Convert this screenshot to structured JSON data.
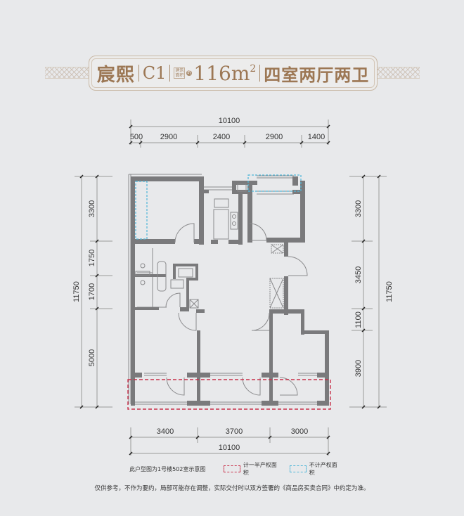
{
  "banner": {
    "project_name": "宸熙",
    "unit_code": "C1",
    "area_label_line1": "建筑",
    "area_label_line2": "面积",
    "area_prefix": "约",
    "area_value": "116m",
    "area_unit_sup": "2",
    "room_config": "四室两厅两卫",
    "accent_color": "#9c7754"
  },
  "dimensions": {
    "top_total": "10100",
    "top_segments": [
      "500",
      "2900",
      "2400",
      "2900",
      "1400"
    ],
    "bottom_segments": [
      "3400",
      "3700",
      "3000"
    ],
    "bottom_total": "10100",
    "left_total": "11750",
    "left_segments": [
      "3300",
      "1750",
      "1700",
      "5000"
    ],
    "right_segments": [
      "3300",
      "3450",
      "1100",
      "3900"
    ],
    "right_total": "11750"
  },
  "legend": {
    "note": "此户型图为1号楼502室示意图",
    "half_area_label": "计一半产权面积",
    "half_area_color": "#c8304a",
    "excluded_area_label": "不计产权面积",
    "excluded_area_color": "#4fb6d8"
  },
  "disclaimer": "仅供参考，不作为要约，局部可能存在调整，实际交付时以双方签署的《商品房买卖合同》中约定为准。",
  "colors": {
    "background": "#e8e9eb",
    "wall": "#7a7a7c",
    "dimension_line": "#9a9a9a"
  }
}
